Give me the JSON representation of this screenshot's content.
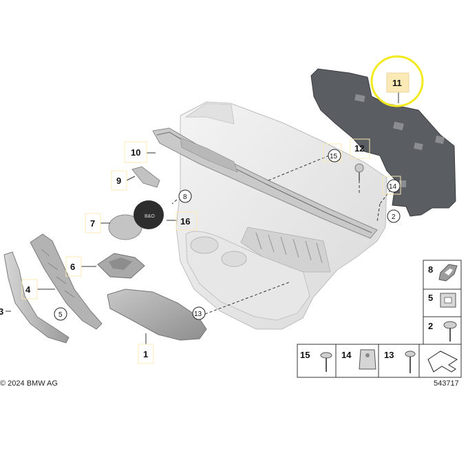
{
  "parts": {
    "p1": "1",
    "p2": "2",
    "p3": "3",
    "p4": "4",
    "p5": "5",
    "p6": "6",
    "p7": "7",
    "p8": "8",
    "p9": "9",
    "p10": "10",
    "p11": "11",
    "p12": "12",
    "p13": "13",
    "p14": "14",
    "p15": "15",
    "p16": "16"
  },
  "legend": {
    "items": [
      "8",
      "5",
      "2"
    ],
    "bottom": [
      "15",
      "14",
      "13"
    ]
  },
  "footer": {
    "copyright": "© 2024 BMW AG",
    "diagram_number": "543717"
  },
  "highlight": {
    "part": "11",
    "color": "#f2ea1d"
  },
  "colors": {
    "label_box": "#fbe9b6",
    "panel_dark": "#55585c",
    "panel_light": "#ececec"
  }
}
